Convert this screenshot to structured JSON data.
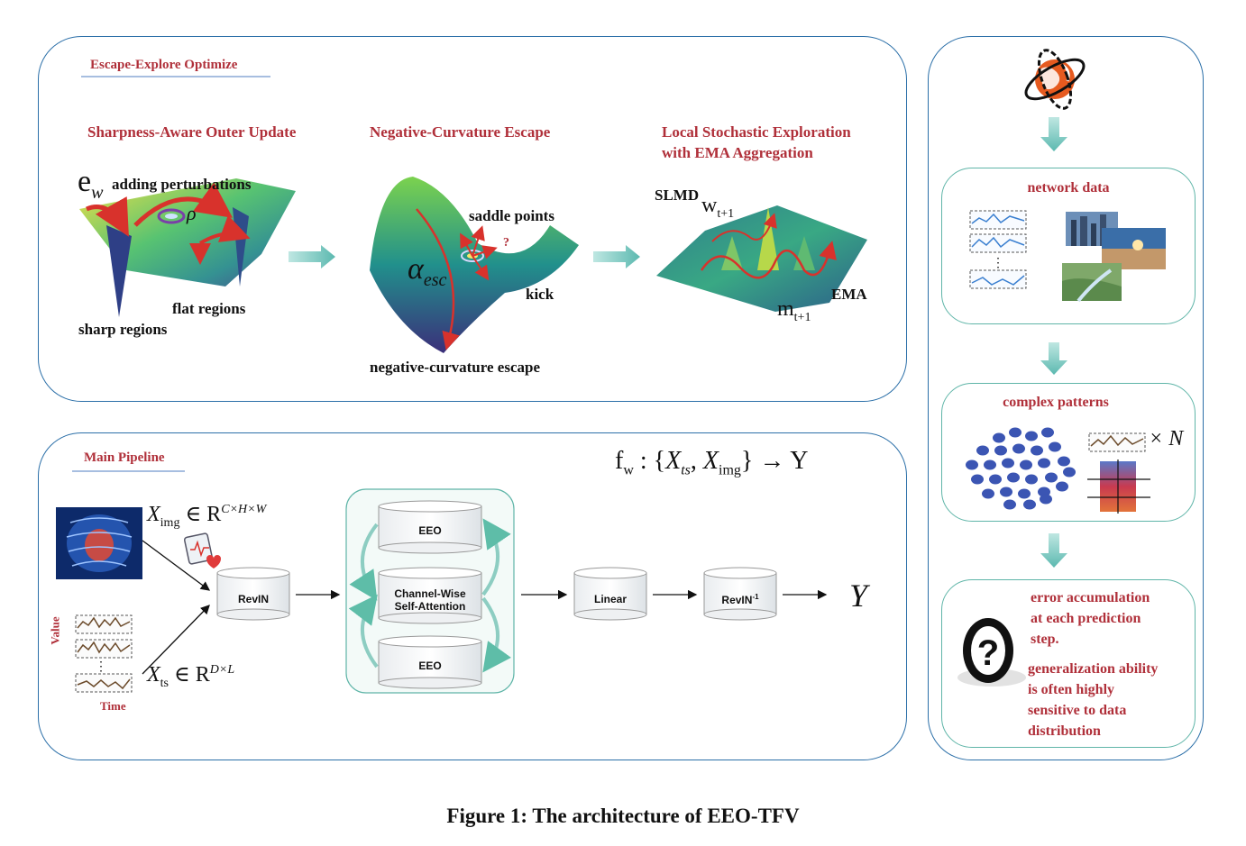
{
  "top_panel": {
    "title": "Escape-Explore Optimize",
    "sections": {
      "sharpness": {
        "title": "Sharpness-Aware Outer Update",
        "e_sym": "e",
        "e_sub": "w",
        "adding": "adding perturbations",
        "rho": "ρ",
        "flat": "flat regions",
        "sharp": "sharp regions"
      },
      "negcurv": {
        "title": "Negative-Curvature Escape",
        "saddle": "saddle points",
        "kick": "kick",
        "alpha": "α",
        "alpha_sub": "esc",
        "q": "?",
        "escape": "negative-curvature escape"
      },
      "local": {
        "title_line1": "Local Stochastic Exploration",
        "title_line2": "with EMA Aggregation",
        "slmd": "SLMD",
        "w_sym": "w",
        "w_sub": "t+1",
        "ema": "EMA",
        "m_sym": "m",
        "m_sub": "t+1"
      }
    }
  },
  "bottom_panel": {
    "title": "Main Pipeline",
    "formula": {
      "f": "f",
      "f_sub": "w",
      "colon": " : {",
      "x1": "X",
      "x1_sub": "ts",
      "comma": ", ",
      "x2": "X",
      "x2_sub": "img",
      "close": "} → Y"
    },
    "ximg": {
      "x": "X",
      "sub": "img",
      "in": " ∈ R",
      "sup": "C×H×W"
    },
    "xts": {
      "x": "X",
      "sub": "ts",
      "in": " ∈ R",
      "sup": "D×L"
    },
    "value_label": "Value",
    "time_label": "Time",
    "revin": "RevIN",
    "eeo_top": "EEO",
    "attn_line1": "Channel-Wise",
    "attn_line2": "Self-Attention",
    "eeo_bottom": "EEO",
    "linear": "Linear",
    "revin_inv": "RevIN",
    "revin_inv_sup": "-1",
    "output": "Y"
  },
  "right_panel": {
    "network_data": "network data",
    "complex_patterns": "complex patterns",
    "times_n": "× N",
    "error_lines": [
      "error accumulation",
      "at each prediction",
      "step."
    ],
    "gen_lines": [
      "generalization ability",
      "is often highly",
      "sensitive to data",
      "distribution"
    ]
  },
  "caption": "Figure 1: The architecture of EEO-TFV",
  "colors": {
    "panel_border": "#2b6fa8",
    "subpanel_border": "#5fb5a8",
    "title_red": "#b0303a",
    "arrow_teal": "#6cc3bb",
    "dot_blue": "#3b55b3"
  }
}
